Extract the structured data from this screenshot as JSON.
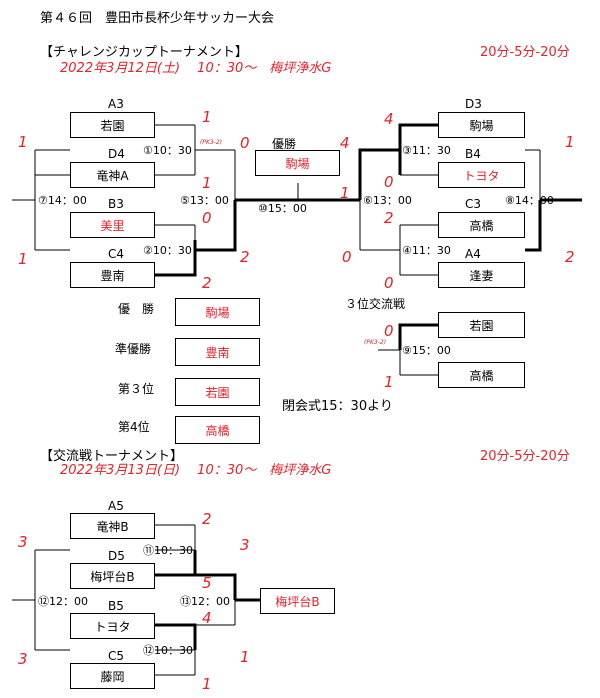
{
  "title": "第４６回　豊田市長杯少年サッカー大会",
  "challenge": {
    "heading": "【チャレンジカップトーナメント】",
    "date": "2022年3月12日(土)　 10：30～　梅坪浄水G",
    "format": "20分-5分-20分",
    "seeds": {
      "a3": "A3",
      "d4": "D4",
      "b3": "B3",
      "c4": "C4",
      "d3": "D3",
      "b4": "B4",
      "c3": "C3",
      "a4": "A4"
    },
    "teams": {
      "a3": "若園",
      "d4": "竜神A",
      "b3": "美里",
      "c4": "豊南",
      "d3": "駒場",
      "b4": "トヨタ",
      "c3": "高橋",
      "a4": "逢妻"
    },
    "matches": {
      "m1": "①10：30",
      "m2": "②10：30",
      "m3": "③11：30",
      "m4": "④11：30",
      "m5": "⑤13：00",
      "m6": "⑥13：00",
      "m7": "⑦14：00",
      "m8": "⑧14：00",
      "m9": "⑨15：00",
      "m10": "⑩15：00"
    },
    "scores": {
      "m7_top": "1",
      "m7_bot": "1",
      "m1_top": "1",
      "m1_bot": "1",
      "m2_top": "0",
      "m2_bot": "2",
      "m5_top": "0",
      "m5_bot": "2",
      "m3_top": "4",
      "m3_bot": "0",
      "m4_top": "2",
      "m4_bot": "0",
      "m6_top": "1",
      "m6_bot": "0",
      "m8_top": "1",
      "m8_bot": "2",
      "m10_left": "0",
      "m10_right": "4",
      "m9_top": "0",
      "m9_bot": "1"
    },
    "pk_left": "(PK3-2)",
    "pk_3rd": "(PK3-2)",
    "champion_label": "優勝",
    "champion": "駒場",
    "third_place_label": "３位交流戦",
    "third_teams": [
      "若園",
      "高橋"
    ],
    "rankings": [
      {
        "label": "優　勝",
        "team": "駒場"
      },
      {
        "label": "準優勝",
        "team": "豊南"
      },
      {
        "label": "第３位",
        "team": "若園"
      },
      {
        "label": "第4位",
        "team": "高橋"
      }
    ],
    "closing": "閉会式15：30より"
  },
  "exchange": {
    "heading": "【交流戦トーナメント】",
    "date": "2022年3月13日(日)　 10：30～　梅坪浄水G",
    "format": "20分-5分-20分",
    "seeds": {
      "a5": "A5",
      "d5": "D5",
      "b5": "B5",
      "c5": "C5"
    },
    "teams": {
      "a5": "竜神B",
      "d5": "梅坪台B",
      "b5": "トヨタ",
      "c5": "藤岡"
    },
    "matches": {
      "m11": "⑪10：30",
      "m12": "⑫10：30",
      "m13": "⑬12：00",
      "m12b": "⑫12：00"
    },
    "scores": {
      "m11_top": "2",
      "m11_bot": "5",
      "m12_top": "4",
      "m12_bot": "1",
      "m13_top": "3",
      "m13_bot": "1",
      "left_top": "3",
      "left_bot": "3"
    },
    "winner": "梅坪台B"
  }
}
